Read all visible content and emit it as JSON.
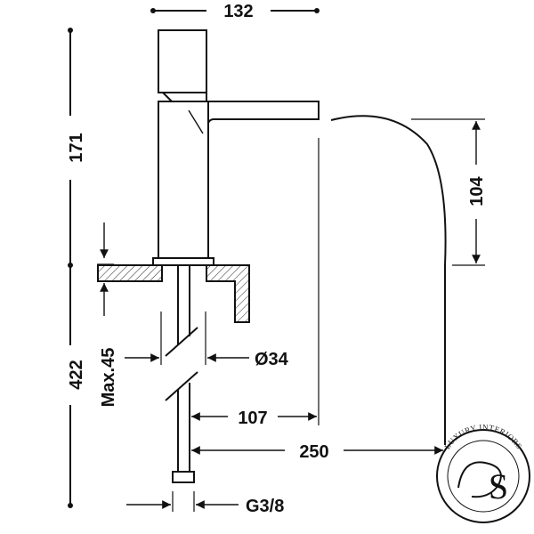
{
  "dimensions": {
    "width_top": "132",
    "height_upper": "171",
    "spout_drop": "104",
    "height_lower": "422",
    "max_deck": "Max.45",
    "hole_diameter": "Ø34",
    "spout_reach": "107",
    "total_reach": "250",
    "connection": "G3/8"
  },
  "logo": {
    "arc_text": "LUXURY INTERIORS",
    "monogram": "S"
  }
}
